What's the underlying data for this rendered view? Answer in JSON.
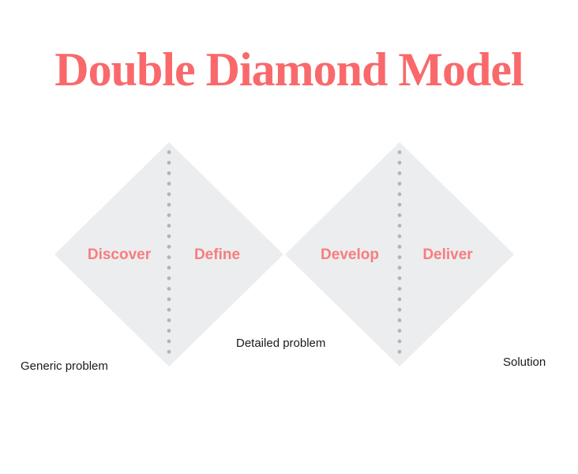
{
  "title": "Double Diamond Model",
  "colors": {
    "title_text": "#F9696B",
    "phase_label_text": "#F87D7D",
    "diamond_fill": "#ECEDEF",
    "divider_dots": "#B3B3B3",
    "caption_text": "#1A1A1A",
    "background": "#FFFFFF"
  },
  "diamonds": [
    {
      "name": "problem-diamond",
      "phases": [
        {
          "label": "Discover"
        },
        {
          "label": "Define"
        }
      ]
    },
    {
      "name": "solution-diamond",
      "phases": [
        {
          "label": "Develop"
        },
        {
          "label": "Deliver"
        }
      ]
    }
  ],
  "captions": {
    "generic": "Generic problem",
    "detailed": "Detailed problem",
    "solution": "Solution"
  }
}
